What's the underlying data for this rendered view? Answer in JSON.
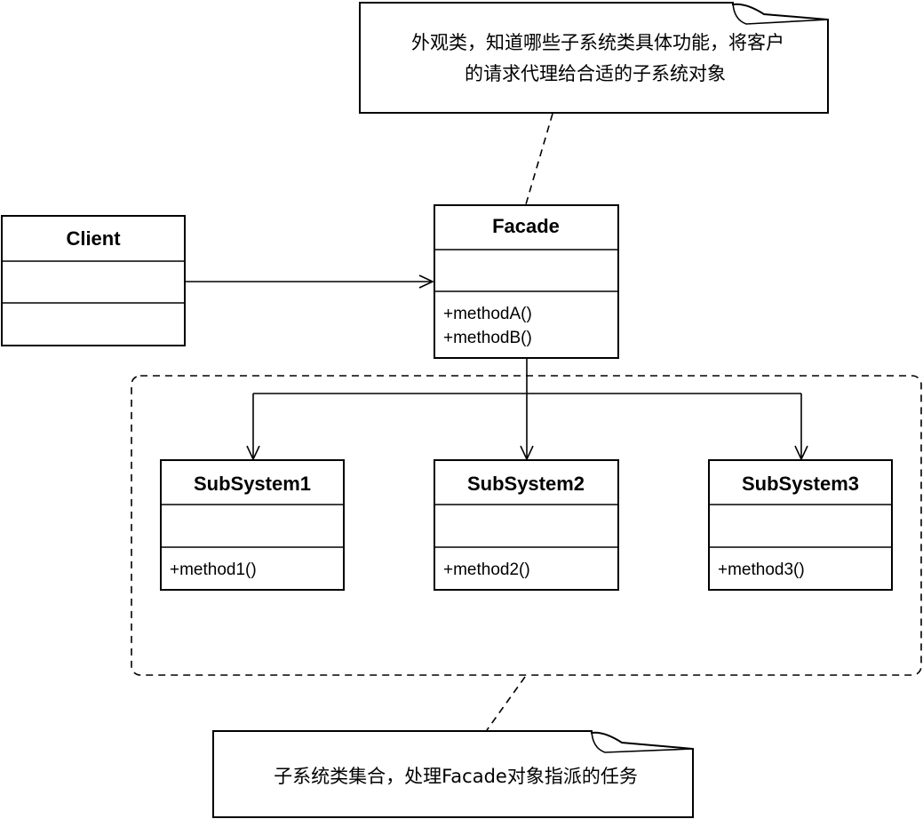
{
  "notes": {
    "facade_note": {
      "line1": "外观类，知道哪些子系统类具体功能，将客户",
      "line2": "的请求代理给合适的子系统对象"
    },
    "subsystem_note": {
      "line1": "子系统类集合，处理Facade对象指派的任务"
    }
  },
  "classes": {
    "client": {
      "name": "Client",
      "methods": []
    },
    "facade": {
      "name": "Facade",
      "methods": [
        "+methodA()",
        "+methodB()"
      ]
    },
    "subsystem1": {
      "name": "SubSystem1",
      "methods": [
        "+method1()"
      ]
    },
    "subsystem2": {
      "name": "SubSystem2",
      "methods": [
        "+method2()"
      ]
    },
    "subsystem3": {
      "name": "SubSystem3",
      "methods": [
        "+method3()"
      ]
    }
  }
}
